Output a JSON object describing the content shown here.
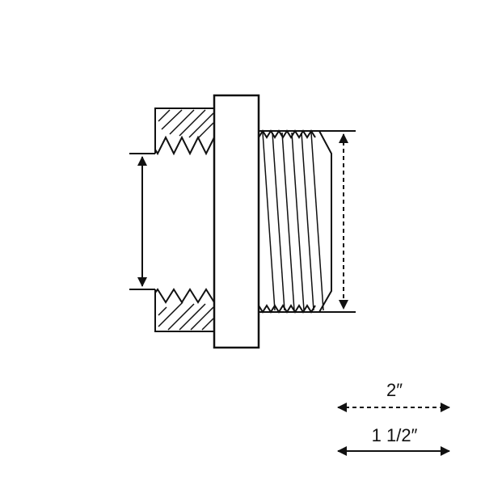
{
  "diagram": {
    "title": "",
    "ink_color": "#111111",
    "background_color": "#ffffff"
  },
  "legend": {
    "dashed": {
      "label": "2″",
      "line_style": "dashed"
    },
    "solid": {
      "label": "1 1/2″",
      "line_style": "solid"
    }
  }
}
